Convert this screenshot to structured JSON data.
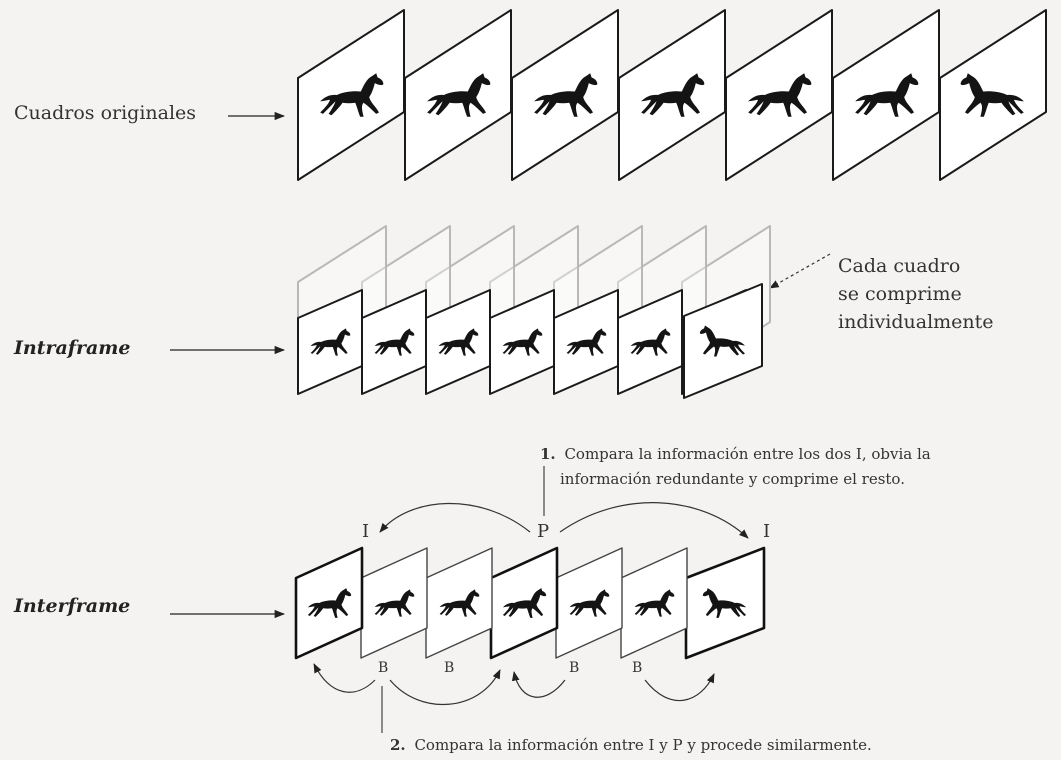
{
  "rows": {
    "original": {
      "label": "Cuadros originales"
    },
    "intraframe": {
      "label": "Intraframe",
      "note_lines": [
        "Cada cuadro",
        "se comprime",
        "individualmente"
      ]
    },
    "interframe": {
      "label": "Interframe",
      "top_letters": [
        "I",
        "P",
        "I"
      ],
      "bottom_letters": [
        "B",
        "B",
        "B",
        "B"
      ]
    }
  },
  "notes": {
    "note1": {
      "number": "1.",
      "line1": "Compara la información entre los dos I, obvia la",
      "line2": "información redundante y comprime el resto."
    },
    "note2": {
      "number": "2.",
      "text": "Compara la información entre I y P y procede similarmente."
    }
  },
  "frames": {
    "original_count": 7,
    "intraframe_count": 7,
    "interframe_types": [
      "I",
      "B",
      "B",
      "P",
      "B",
      "B",
      "I"
    ]
  }
}
